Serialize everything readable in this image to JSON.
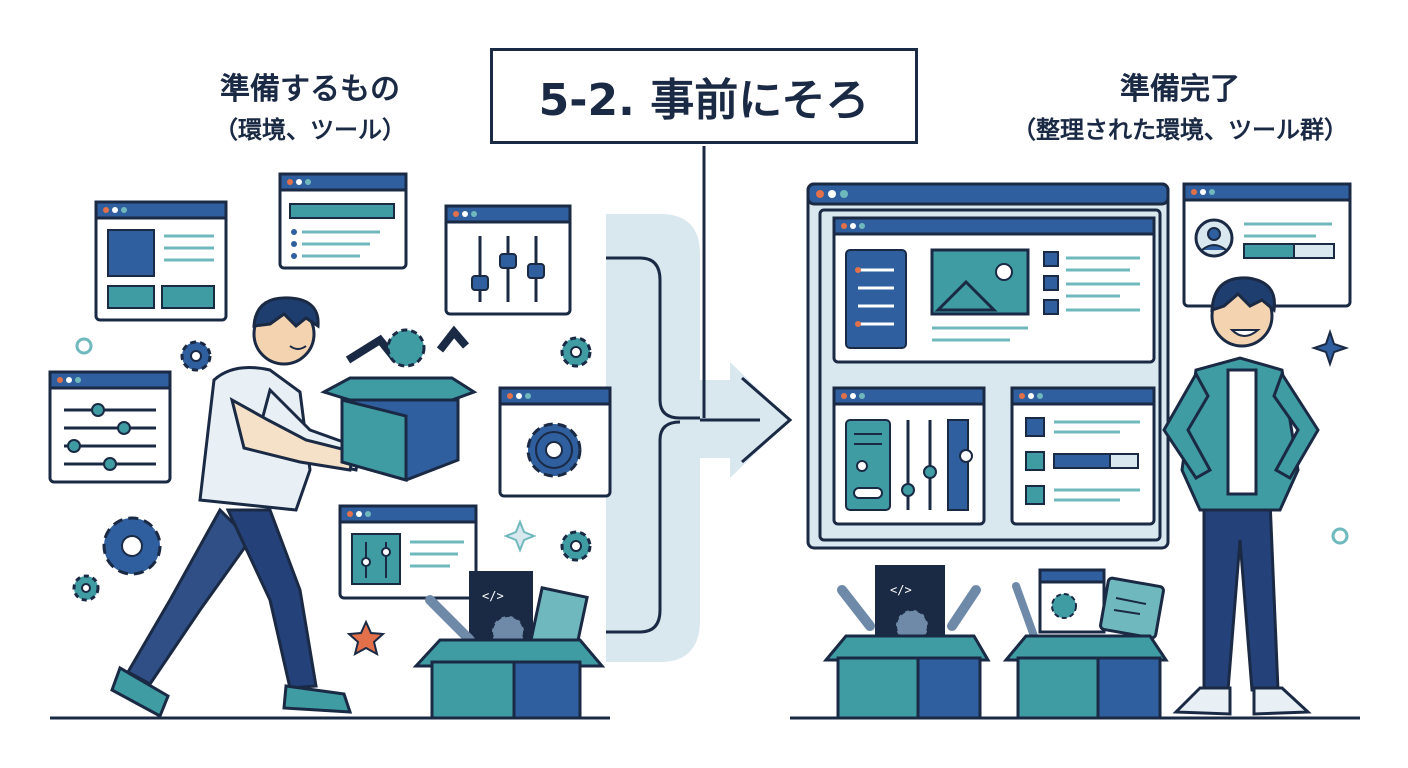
{
  "title": "5-2. 事前にそろ",
  "before": {
    "heading": "準備するもの",
    "subheading": "（環境、ツール）"
  },
  "after": {
    "heading": "準備完了",
    "subheading": "（整理された環境、ツール群）"
  },
  "icons": {
    "code_glyph": "</>"
  },
  "colors": {
    "navy": "#1b2a44",
    "blue": "#2f5f9e",
    "teal": "#3f9ca3",
    "light_teal": "#6fb9be",
    "pale_blue": "#d9e8ef",
    "accent_orange": "#e2704a"
  }
}
